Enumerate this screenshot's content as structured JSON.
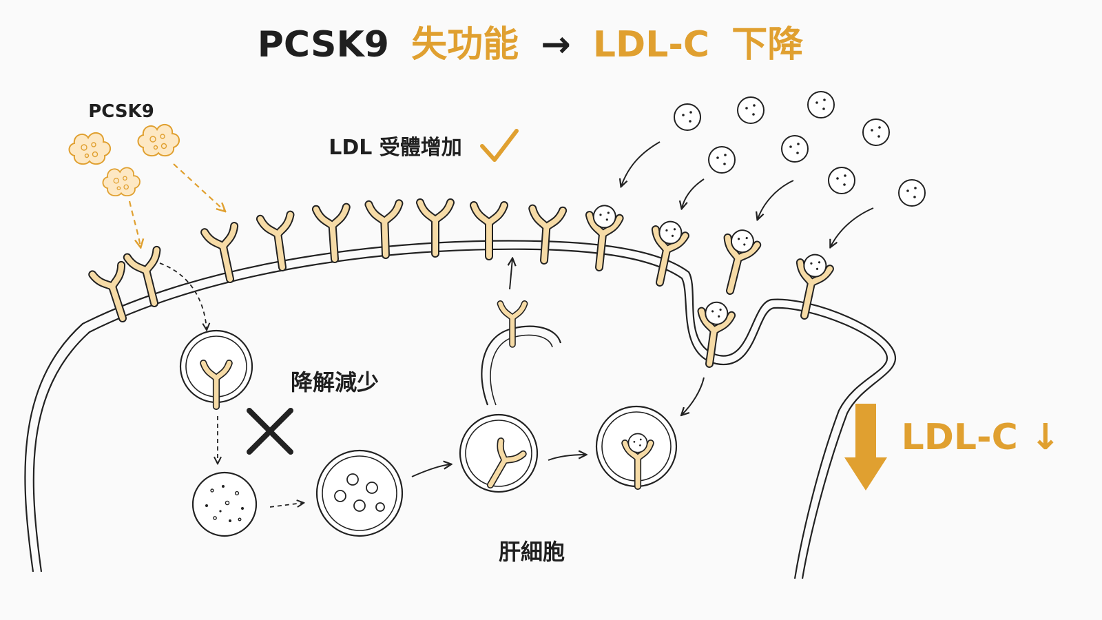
{
  "title": {
    "part1": "PCSK9",
    "part2": "失功能",
    "arrow": "→",
    "part3": "LDL-C",
    "part4": "下降"
  },
  "labels": {
    "pcsk9": "PCSK9",
    "receptor_increase": "LDL 受體增加",
    "degradation_decrease": "降解減少",
    "hepatocyte": "肝細胞",
    "ldl_c_down": "LDL-C ↓"
  },
  "colors": {
    "accent": "#e0a030",
    "receptor_fill": "#f6dba6",
    "outline": "#222222",
    "pcsk9_fill": "#fde8c4"
  },
  "icons": {
    "check": "check-icon",
    "cross": "cross-icon",
    "down_arrow": "down-arrow-icon"
  }
}
